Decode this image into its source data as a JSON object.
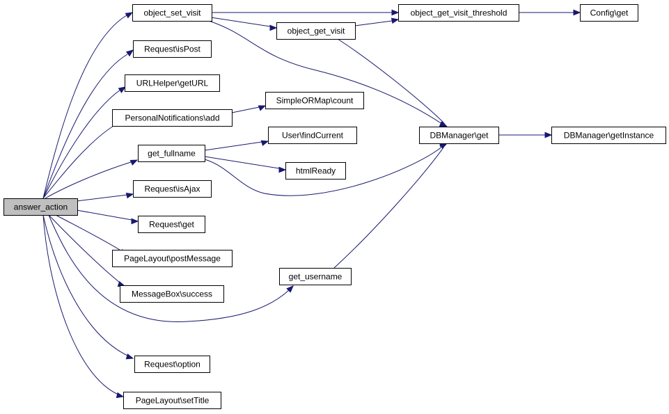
{
  "nodes": {
    "answer_action": "answer_action",
    "object_set_visit": "object_set_visit",
    "object_get_visit": "object_get_visit",
    "object_get_visit_threshold": "object_get_visit_threshold",
    "config_get": "Config\\get",
    "request_ispost": "Request\\isPost",
    "urlhelper_geturl": "URLHelper\\getURL",
    "personalnotifications_add": "PersonalNotifications\\add",
    "simpleormap_count": "SimpleORMap\\count",
    "get_fullname": "get_fullname",
    "user_findcurrent": "User\\findCurrent",
    "htmlready": "htmlReady",
    "dbmanager_get": "DBManager\\get",
    "dbmanager_getinstance": "DBManager\\getInstance",
    "request_isajax": "Request\\isAjax",
    "request_get": "Request\\get",
    "pagelayout_postmessage": "PageLayout\\postMessage",
    "messagebox_success": "MessageBox\\success",
    "get_username": "get_username",
    "request_option": "Request\\option",
    "pagelayout_settitle": "PageLayout\\setTitle"
  },
  "colors": {
    "edge": "#191970",
    "root_fill": "#bfbfbf",
    "node_fill": "#ffffff",
    "border": "#000000"
  }
}
